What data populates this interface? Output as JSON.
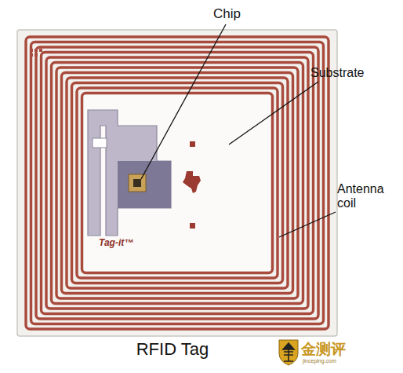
{
  "diagram": {
    "caption": "RFID Tag",
    "labels": [
      "Chip",
      "Substrate",
      "Antenna coil",
      "Tag-it™",
      "金测评",
      "jinceping.com"
    ]
  }
}
